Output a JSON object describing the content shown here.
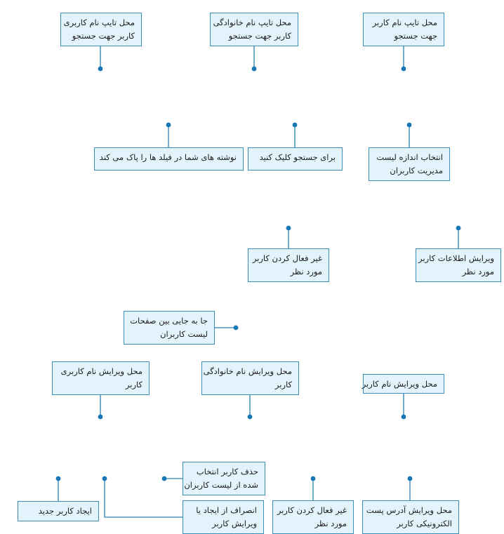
{
  "callouts": [
    {
      "id": "search-username",
      "lines": [
        "محل تایپ نام کاربری",
        "کاربر جهت جستجو"
      ]
    },
    {
      "id": "search-lastname",
      "lines": [
        "محل تایپ نام خانوادگی",
        "کاربر جهت جستجو"
      ]
    },
    {
      "id": "search-firstname",
      "lines": [
        "محل تایپ نام کاربر",
        "جهت جستجو"
      ]
    },
    {
      "id": "clear-fields",
      "lines": [
        "نوشته های شما در فیلد ها را پاک می کند"
      ]
    },
    {
      "id": "click-search",
      "lines": [
        "برای جستجو کلیک کنید"
      ]
    },
    {
      "id": "page-size",
      "lines": [
        "انتخاب اندازه لیست",
        "مدیریت کاربران"
      ]
    },
    {
      "id": "deactivate-user-top",
      "lines": [
        "غیر فعال کردن کاربر",
        "مورد نظر"
      ]
    },
    {
      "id": "edit-user-info",
      "lines": [
        "ویرایش اطلاعات کاربر",
        "مورد نظر"
      ]
    },
    {
      "id": "pagination",
      "lines": [
        "جا به جایی بین صفحات",
        "لیست کاربران"
      ]
    },
    {
      "id": "edit-username",
      "lines": [
        "محل ویرایش نام کاربری",
        "کاربر"
      ]
    },
    {
      "id": "edit-lastname",
      "lines": [
        "محل ویرایش نام خانوادگی",
        "کاربر"
      ]
    },
    {
      "id": "edit-firstname",
      "lines": [
        "محل ویرایش نام کاربر"
      ]
    },
    {
      "id": "delete-user",
      "lines": [
        "حذف کاربر انتخاب",
        "شده از لیست کاربران"
      ]
    },
    {
      "id": "new-user",
      "lines": [
        "ایجاد کاربر جدید"
      ]
    },
    {
      "id": "cancel-edit",
      "lines": [
        "انصراف از ایجاد یا",
        "ویرایش کاربر"
      ]
    },
    {
      "id": "deactivate-user-bottom",
      "lines": [
        "غیر فعال کردن کاربر",
        "مورد نظر"
      ]
    },
    {
      "id": "edit-email",
      "lines": [
        "محل ویرایش آدرس پست",
        "الکترونیکی کاربر"
      ]
    }
  ],
  "colors": {
    "box_fill": "#e3f3fb",
    "box_border": "#3a8fb8",
    "connector": "#2a7fb0",
    "dot": "#1777b5"
  }
}
